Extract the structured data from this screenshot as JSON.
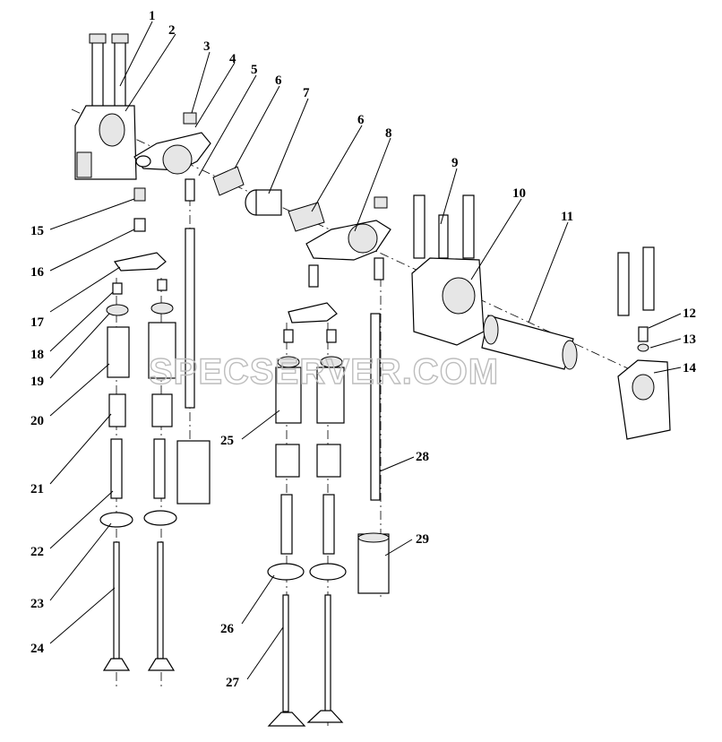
{
  "watermark": "SPECSERVER.COM",
  "callouts": [
    "1",
    "2",
    "3",
    "4",
    "5",
    "6",
    "7",
    "6",
    "8",
    "9",
    "10",
    "11",
    "12",
    "13",
    "14",
    "15",
    "16",
    "17",
    "18",
    "19",
    "20",
    "21",
    "22",
    "23",
    "24",
    "25",
    "26",
    "27",
    "28",
    "29"
  ]
}
